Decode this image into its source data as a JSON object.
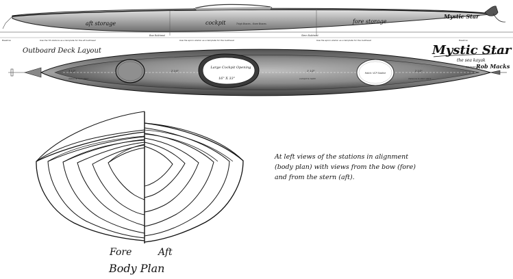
{
  "logo": {
    "title": "Mystic Star",
    "subtitle": "the sea kayak",
    "designer_prefix": "designed by",
    "designer": "Rob Macks"
  },
  "profile_view": {
    "labels": {
      "aft_storage": "aft storage",
      "cockpit": "cockpit",
      "fore_storage": "fore storage"
    },
    "notes": [
      "Thigh Braces - Knee Braces",
      "Stern Bulkhead",
      "Bow Bulkhead",
      "Use the 76 stations as a template for the aft bulkhead",
      "Use the aprox station as a template for the bulkhead",
      "Use the aprox station as a template for the bulkhead",
      "Baseline",
      "Baseline"
    ]
  },
  "deck_layout": {
    "title": "Outboard Deck Layout",
    "cockpit_label": "Large Cockpit Opening",
    "cockpit_size": "16\" X 33\"",
    "hatch_note": "Hatch: VCP Sealine",
    "dims": [
      {
        "value": "3 1/2\"",
        "note": "distance from stern"
      },
      {
        "value": "2 1/4\"",
        "note": ""
      },
      {
        "value": "1' 1/2\"",
        "note": "cockpit to hatch"
      },
      {
        "value": "2 1/2\"",
        "note": "distance to stern deck"
      }
    ]
  },
  "body_plan": {
    "fore": "Fore",
    "aft": "Aft",
    "title": "Body Plan"
  },
  "caption": {
    "lines": [
      "At left views of the stations in alignment",
      "(body plan) with views from the bow (fore)",
      "and from the stern (aft)."
    ]
  }
}
